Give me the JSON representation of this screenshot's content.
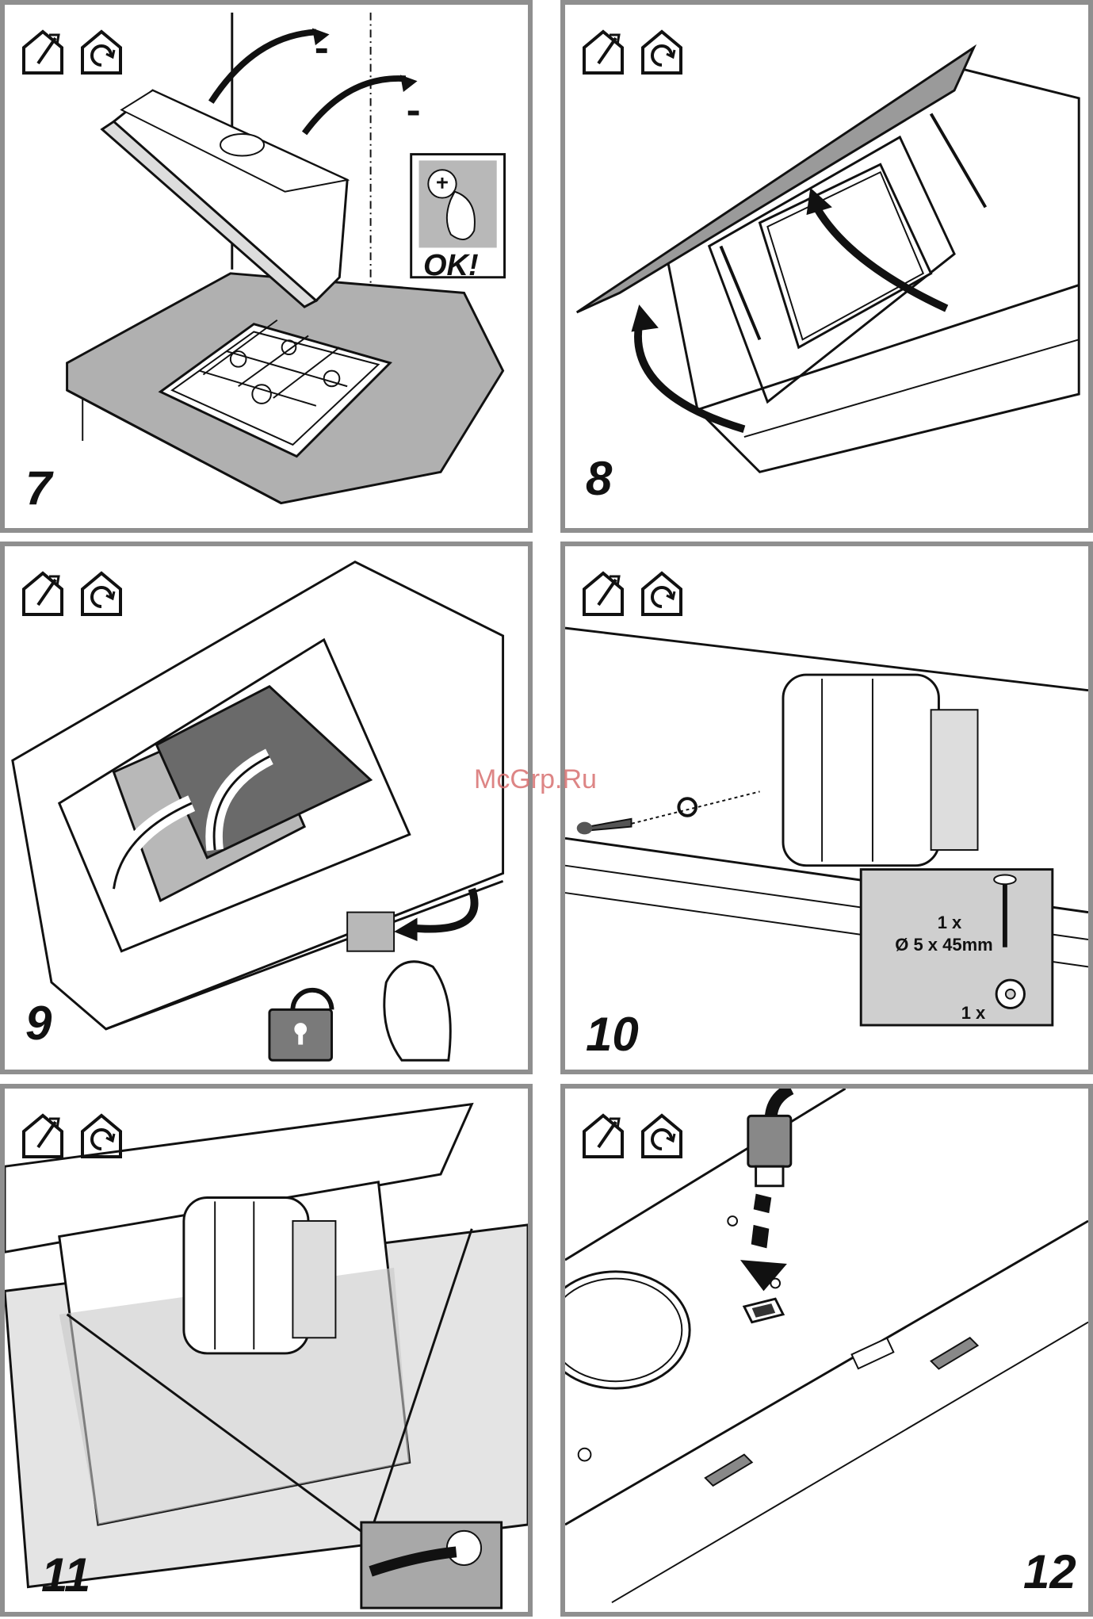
{
  "panels": [
    {
      "number": "7",
      "icons": [
        "duct-out-icon",
        "recirculation-icon"
      ],
      "callout": "OK!"
    },
    {
      "number": "8",
      "icons": [
        "duct-out-icon",
        "recirculation-icon"
      ]
    },
    {
      "number": "9",
      "icons": [
        "duct-out-icon",
        "recirculation-icon"
      ]
    },
    {
      "number": "10",
      "icons": [
        "duct-out-icon",
        "recirculation-icon"
      ],
      "parts": {
        "screw_qty": "1 x",
        "screw_spec": "Ø 5 x 45mm",
        "washer_qty": "1 x"
      }
    },
    {
      "number": "11",
      "icons": [
        "duct-out-icon",
        "recirculation-icon"
      ]
    },
    {
      "number": "12",
      "icons": [
        "duct-out-icon",
        "recirculation-icon"
      ]
    }
  ],
  "watermark": "McGrp.Ru",
  "colors": {
    "frame": "#8f8f8f",
    "shade": "#b8b8b8",
    "dark": "#777777",
    "line": "#111111"
  }
}
